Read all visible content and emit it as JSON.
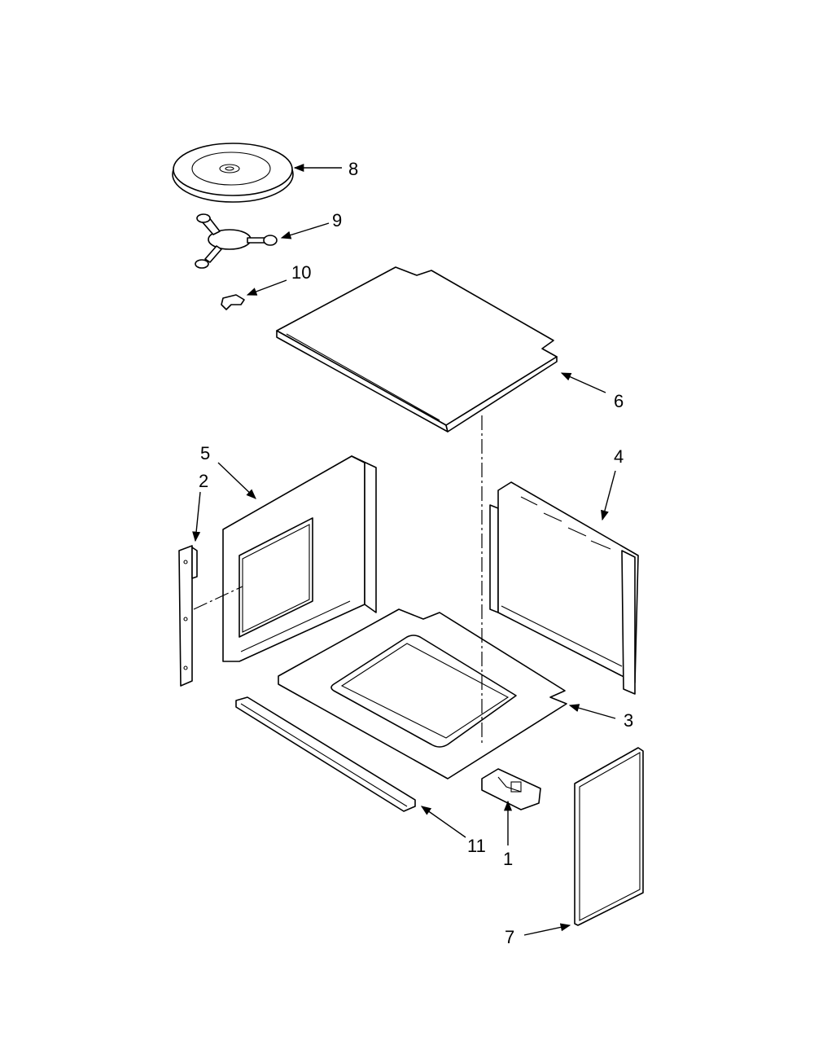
{
  "callouts": {
    "c1": "1",
    "c2": "2",
    "c3": "3",
    "c4": "4",
    "c5": "5",
    "c6": "6",
    "c7": "7",
    "c8": "8",
    "c9": "9",
    "c10": "10",
    "c11": "11"
  },
  "parts": [
    "1",
    "2",
    "3",
    "4",
    "5",
    "6",
    "7",
    "8",
    "9",
    "10",
    "11"
  ]
}
